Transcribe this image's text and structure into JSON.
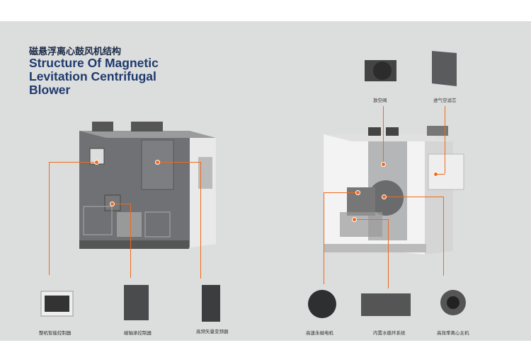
{
  "title_cn": "磁悬浮离心鼓风机结构",
  "title_en": "Structure Of Magnetic Levitation Centrifugal Blower",
  "accent_color": "#f06a1e",
  "left_components": [
    {
      "label": "整机智能控制器"
    },
    {
      "label": "磁轴承控制器"
    },
    {
      "label": "高频矢量变频器"
    }
  ],
  "right_components": [
    {
      "label": "高速永磁电机"
    },
    {
      "label": "内置水循环系统"
    },
    {
      "label": "高效率离心主机"
    }
  ],
  "top_components": [
    {
      "label": "放空阀"
    },
    {
      "label": "进气空滤芯"
    }
  ]
}
